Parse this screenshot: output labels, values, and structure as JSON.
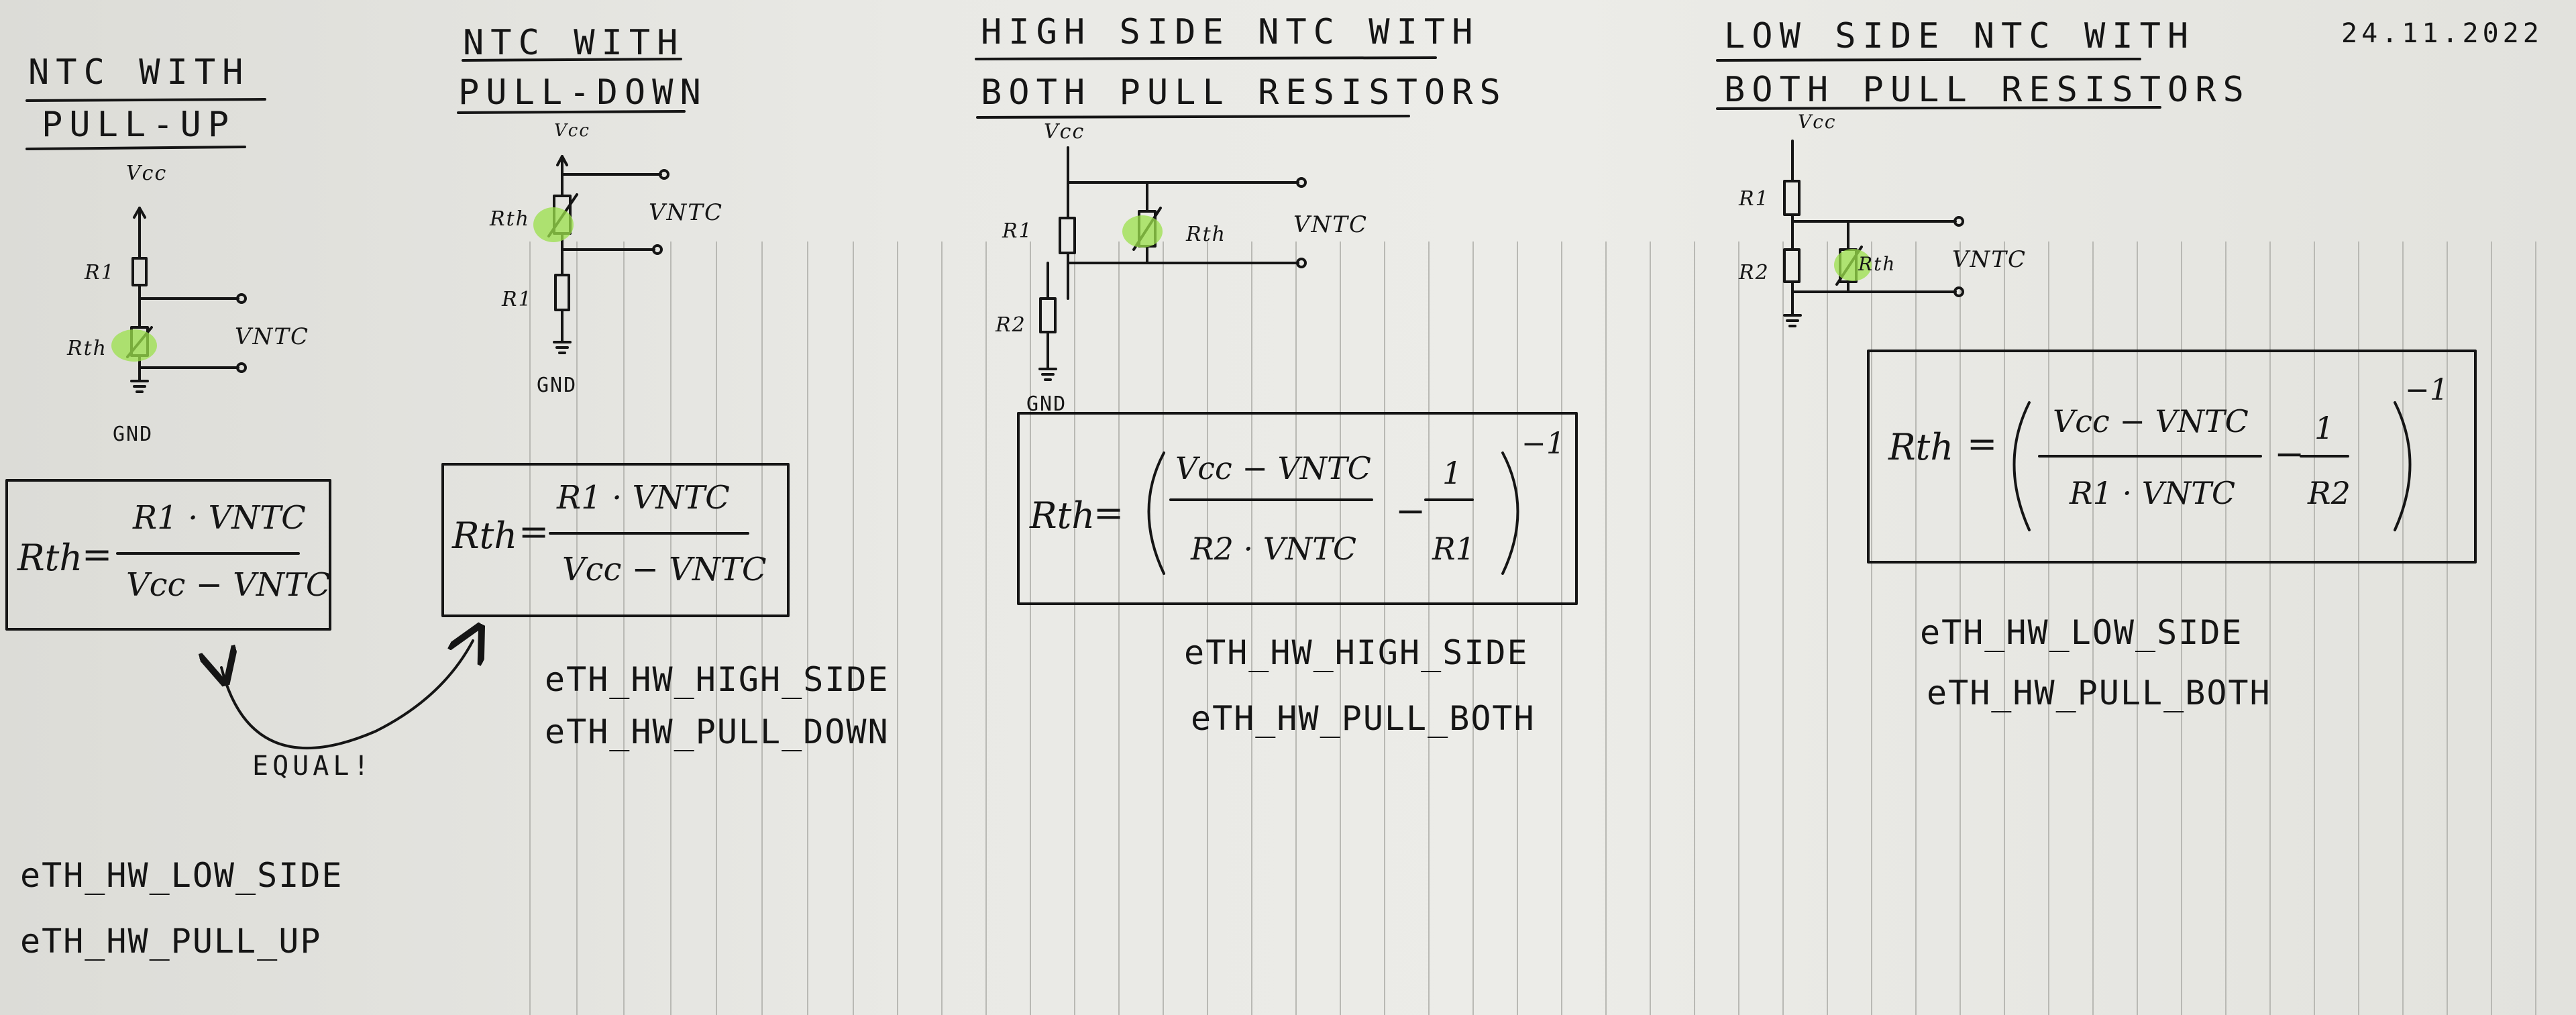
{
  "date": "24.11.2022",
  "sections": [
    {
      "id": "pull_up",
      "title_lines": [
        "NTC WITH",
        "PULL-UP"
      ],
      "labels": {
        "vcc": "Vcc",
        "r1": "R1",
        "rth": "Rth",
        "vntc": "VNTC",
        "gnd": "GND"
      },
      "formula": {
        "lhs": "Rth",
        "eq": "=",
        "numerator": "R1 · VNTC",
        "denominator": "Vcc − VNTC"
      },
      "enums": [
        "eTH_HW_LOW_SIDE",
        "eTH_HW_PULL_UP"
      ]
    },
    {
      "id": "pull_down",
      "title_lines": [
        "NTC WITH",
        "PULL-DOWN"
      ],
      "labels": {
        "vcc": "Vcc",
        "rth": "Rth",
        "r1": "R1",
        "vntc": "VNTC",
        "gnd": "GND"
      },
      "formula": {
        "lhs": "Rth",
        "eq": "=",
        "numerator": "R1 · VNTC",
        "denominator": "Vcc − VNTC"
      },
      "enums": [
        "eTH_HW_HIGH_SIDE",
        "eTH_HW_PULL_DOWN"
      ]
    },
    {
      "id": "high_side_both",
      "title_lines": [
        "HIGH SIDE NTC WITH",
        "BOTH PULL RESISTORS"
      ],
      "labels": {
        "vcc": "Vcc",
        "r1": "R1",
        "r2": "R2",
        "rth": "Rth",
        "vntc": "VNTC",
        "gnd": "GND"
      },
      "formula": {
        "lhs": "Rth",
        "eq": "=",
        "open": "(",
        "num": "Vcc − VNTC",
        "den": "R2 · VNTC",
        "minus": "−",
        "one": "1",
        "r": "R1",
        "close": ")",
        "exp": "−1"
      },
      "enums": [
        "eTH_HW_HIGH_SIDE",
        "eTH_HW_PULL_BOTH"
      ]
    },
    {
      "id": "low_side_both",
      "title_lines": [
        "LOW SIDE NTC WITH",
        "BOTH PULL RESISTORS"
      ],
      "labels": {
        "vcc": "Vcc",
        "r1": "R1",
        "r2": "R2",
        "rth": "Rth",
        "vntc": "VNTC"
      },
      "formula": {
        "lhs": "Rth",
        "eq": "=",
        "open": "(",
        "num": "Vcc − VNTC",
        "den": "R1 · VNTC",
        "minus": "−",
        "one": "1",
        "r": "R2",
        "close": ")",
        "exp": "−1"
      },
      "enums": [
        "eTH_HW_LOW_SIDE",
        "eTH_HW_PULL_BOTH"
      ]
    }
  ],
  "equal_note": "EQUAL!"
}
